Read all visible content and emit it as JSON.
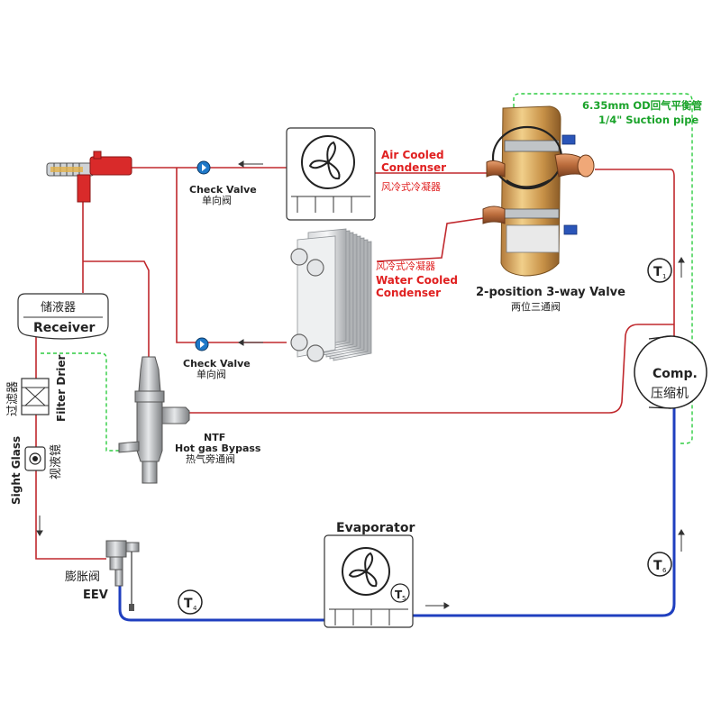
{
  "labels": {
    "suction_pipe_cn": "6.35mm OD回气平衡管",
    "suction_pipe_en": "1/4\" Suction pipe",
    "air_cond_en_1": "Air Cooled",
    "air_cond_en_2": "Condenser",
    "air_cond_cn": "风冷式冷凝器",
    "water_cond_cn": "风冷式冷凝器",
    "water_cond_en_1": "Water Cooled",
    "water_cond_en_2": "Condenser",
    "check_valve_en": "Check Valve",
    "check_valve_cn": "单向阀",
    "valve_en": "2-position 3-way Valve",
    "valve_cn": "两位三通阀",
    "receiver_cn": "储液器",
    "receiver_en": "Receiver",
    "filter_cn": "过滤器",
    "filter_en": "Filter Drier",
    "sight_cn": "视液镜",
    "sight_en": "Sight Glass",
    "ntf_1": "NTF",
    "ntf_2": "Hot gas Bypass",
    "ntf_cn": "热气旁通阀",
    "comp_en": "Comp.",
    "comp_cn": "压缩机",
    "evap": "Evaporator",
    "eev_cn": "膨胀阀",
    "eev_en": "EEV",
    "t1": "T",
    "t1_sub": "1",
    "t4": "T",
    "t4_sub": "4",
    "t5": "T",
    "t5_sub": "5",
    "t6": "T",
    "t6_sub": "6"
  },
  "colors": {
    "liquid_line": "#c0282d",
    "suction_line": "#1f3fbf",
    "balance_line": "#2ecc40",
    "label_red": "#e02020",
    "label_green": "#1aa32a",
    "check_valve_blue": "#1e78c8"
  }
}
